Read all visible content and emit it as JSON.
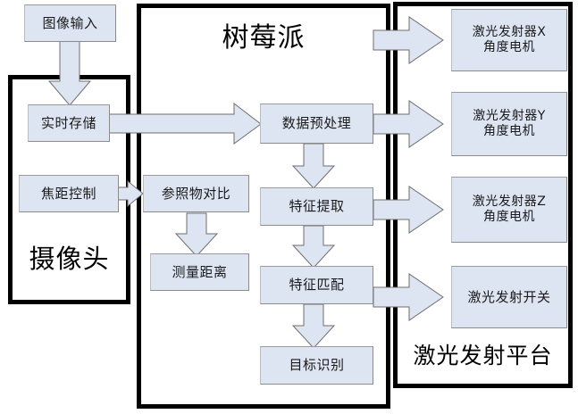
{
  "diagram": {
    "title_implicit": "",
    "palette": {
      "box_fill": "#dde5f2",
      "box_border": "#8b8b8b",
      "container_border": "#000000",
      "arrow_fill": "#dde5f2",
      "arrow_stroke": "#6f6f6f",
      "background": "#ffffff",
      "text": "#1a1a1a"
    },
    "containers": [
      {
        "id": "camera",
        "label": "摄像头"
      },
      {
        "id": "raspberry-pi",
        "label": "树莓派"
      },
      {
        "id": "laser-platform",
        "label": "激光发射平台"
      }
    ],
    "nodes": {
      "image_input": "图像输入",
      "realtime_storage": "实时存储",
      "focus_control": "焦距控制",
      "reference_compare": "参照物对比",
      "measure_distance": "测量距离",
      "data_preprocess": "数据预处理",
      "feature_extract": "特征提取",
      "feature_match": "特征匹配",
      "target_recognition": "目标识别",
      "laser_x_line1": "激光发射器X",
      "laser_x_line2": "角度电机",
      "laser_y_line1": "激光发射器Y",
      "laser_y_line2": "角度电机",
      "laser_z_line1": "激光发射器Z",
      "laser_z_line2": "角度电机",
      "laser_switch": "激光发射开关"
    },
    "edges": [
      {
        "from": "image_input",
        "to": "realtime_storage",
        "direction": "down"
      },
      {
        "from": "realtime_storage",
        "to": "data_preprocess",
        "direction": "right"
      },
      {
        "from": "focus_control",
        "to": "reference_compare",
        "direction": "right"
      },
      {
        "from": "reference_compare",
        "to": "measure_distance",
        "direction": "down"
      },
      {
        "from": "data_preprocess",
        "to": "feature_extract",
        "direction": "down"
      },
      {
        "from": "feature_extract",
        "to": "feature_match",
        "direction": "down"
      },
      {
        "from": "feature_match",
        "to": "target_recognition",
        "direction": "down"
      },
      {
        "from": "data_preprocess",
        "to": "laser_x",
        "direction": "right"
      },
      {
        "from": "data_preprocess",
        "to": "laser_y",
        "direction": "right"
      },
      {
        "from": "feature_extract",
        "to": "laser_z",
        "direction": "right"
      },
      {
        "from": "feature_match",
        "to": "laser_switch",
        "direction": "right"
      }
    ]
  }
}
